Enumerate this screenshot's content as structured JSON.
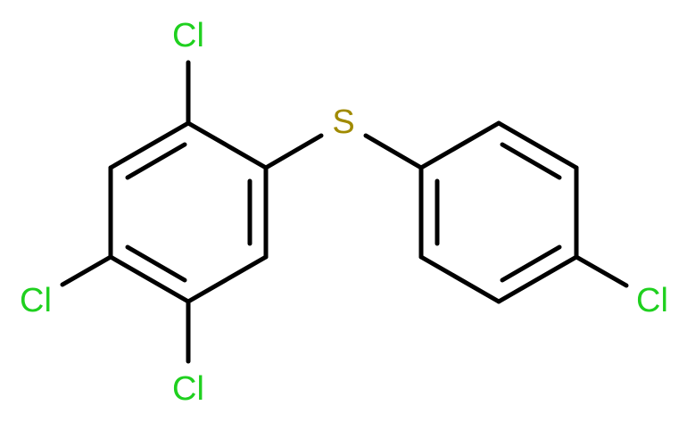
{
  "colors": {
    "background": "#ffffff",
    "bond": "#000000",
    "chlorine": "#1fd01f",
    "sulfur": "#a08a00"
  },
  "atoms": {
    "cl_top": {
      "label": "Cl",
      "element": "Cl"
    },
    "cl_left": {
      "label": "Cl",
      "element": "Cl"
    },
    "cl_bottom": {
      "label": "Cl",
      "element": "Cl"
    },
    "cl_right": {
      "label": "Cl",
      "element": "Cl"
    },
    "sulfur": {
      "label": "S",
      "element": "S"
    }
  }
}
